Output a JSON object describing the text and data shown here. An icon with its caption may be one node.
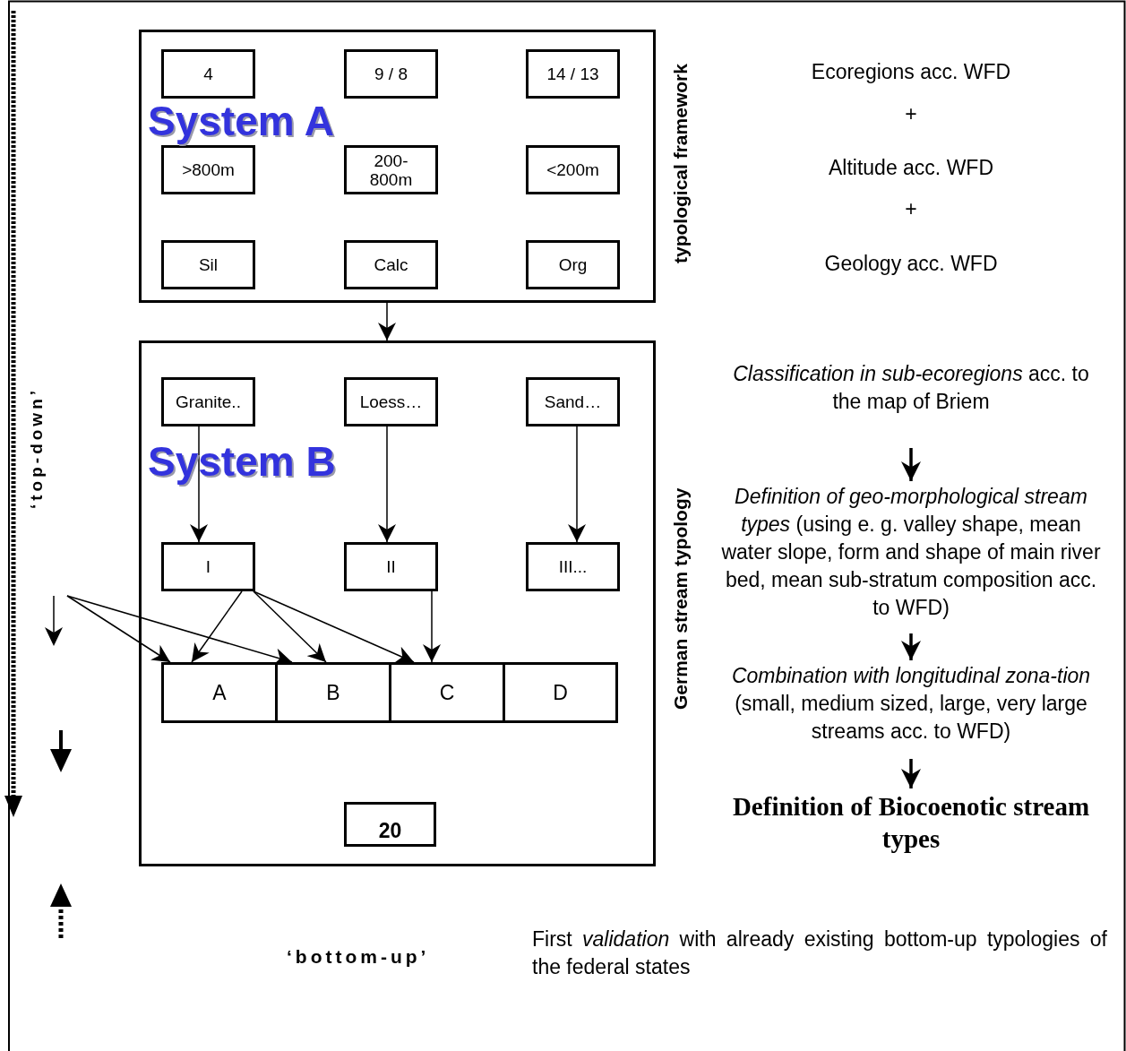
{
  "diagram": {
    "nodes": [
      {
        "text": [
          "System A",
          "typological framework"
        ]
      },
      {
        "text": [
          "4"
        ],
        "in": 0
      },
      {
        "text": [
          "9 / 8"
        ],
        "in": 0
      },
      {
        "text": [
          "14 / 13"
        ],
        "in": 0
      },
      {
        "text": [
          ">800m"
        ],
        "in": 0
      },
      {
        "text": [
          "200- 800m"
        ],
        "in": 0
      },
      {
        "text": [
          "<200m"
        ],
        "in": 0
      },
      {
        "text": [
          "Sil"
        ],
        "in": 0
      },
      {
        "text": [
          "Calc"
        ],
        "in": 0
      },
      {
        "text": [
          "Org"
        ],
        "in": 0
      },
      {
        "text": [
          "System B",
          "German stream typology"
        ]
      },
      {
        "text": [
          "Granite.."
        ],
        "in": 10
      },
      {
        "text": [
          "Loess…"
        ],
        "in": 10
      },
      {
        "text": [
          "Sand…"
        ],
        "in": 10
      },
      {
        "text": [
          "I"
        ],
        "in": 10
      },
      {
        "text": [
          "II"
        ],
        "in": 10
      },
      {
        "text": [
          "III..."
        ],
        "in": 10
      },
      {
        "text": [
          "A"
        ],
        "in": 10
      },
      {
        "text": [
          "B"
        ],
        "in": 10
      },
      {
        "text": [
          "C"
        ],
        "in": 10
      },
      {
        "text": [
          "D"
        ],
        "in": 10
      },
      {
        "text": [
          "20"
        ],
        "in": 10
      },
      {
        "text": [
          "*Classification in sub-ecoregions* acc. to the map of Briem"
        ]
      },
      {
        "text": [
          "*Definition of geo-morphological stream types* (using e. g. valley shape, mean water slope, form and shape of main river bed, mean sub-stratum composition acc. to WFD)"
        ]
      },
      {
        "text": [
          "*Combination with longitudinal zona-tion* (small, medium sized, large, very large streams acc. to WFD)"
        ]
      },
      {
        "text": [
          "Definition of Biocoenotic stream types"
        ]
      }
    ],
    "edges": [
      {
        "from": 0,
        "to": 10,
        "arrow": "to"
      },
      {
        "from": 11,
        "to": 14,
        "arrow": "to"
      },
      {
        "from": 12,
        "to": 15,
        "arrow": "to"
      },
      {
        "from": 13,
        "to": 16,
        "arrow": "to"
      },
      {
        "from": 14,
        "to": 17,
        "arrow": "to"
      },
      {
        "from": 14,
        "to": 18,
        "arrow": "to"
      },
      {
        "from": 14,
        "to": 19,
        "arrow": "to"
      },
      {
        "from": 15,
        "to": 19,
        "arrow": "to"
      },
      {
        "from": null,
        "to": 17,
        "arrow": "to"
      },
      {
        "from": null,
        "to": 18,
        "arrow": "to"
      },
      {
        "from": 22,
        "to": 23,
        "arrow": "to",
        "style": "thick"
      },
      {
        "from": 23,
        "to": 24,
        "arrow": "to",
        "style": "thick"
      },
      {
        "from": 24,
        "to": 25,
        "arrow": "to",
        "style": "thick"
      }
    ],
    "labels": [
      "Ecoregions acc. WFD",
      "+",
      "Altitude acc. WFD",
      "+",
      "Geology acc. WFD",
      "‘top-down’",
      "‘bottom-up’",
      "First *validation* with already existing bottom-up typologies of the federal states"
    ]
  }
}
